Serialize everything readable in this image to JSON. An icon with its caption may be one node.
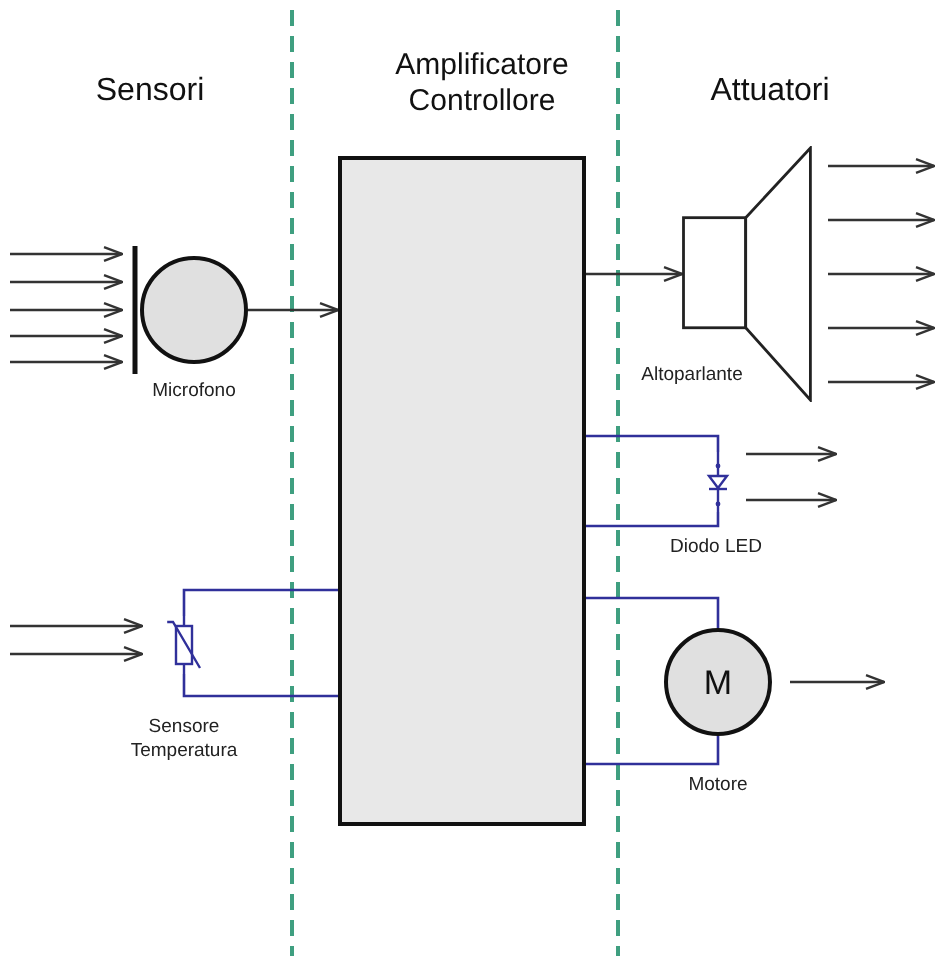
{
  "diagram": {
    "nodes": [
      {
        "text": [],
        "shape": "circle",
        "beside": [
          "Microfono"
        ]
      },
      {
        "text": [],
        "shape": "box"
      },
      {
        "text": [],
        "shape": "box",
        "beside": [
          "Altoparlante"
        ]
      },
      {
        "text": [],
        "shape": "picture",
        "beside": [
          "Diodo LED"
        ]
      },
      {
        "text": [],
        "shape": "picture",
        "beside": [
          "Sensore Temperatura"
        ]
      },
      {
        "text": [
          "M"
        ],
        "beside": [
          "Motore"
        ]
      }
    ],
    "edges": [
      {
        "from": 0,
        "to": 1,
        "arrow": "to"
      },
      {
        "from": 1,
        "to": 2,
        "arrow": "to"
      },
      {
        "from": 1,
        "to": 3,
        "arrow": "none",
        "color": "#30309a"
      },
      {
        "from": 1,
        "to": 3,
        "arrow": "none",
        "color": "#30309a"
      },
      {
        "from": 1,
        "to": 4,
        "arrow": "none",
        "color": "#30309a"
      },
      {
        "from": 1,
        "to": 4,
        "arrow": "none",
        "color": "#30309a"
      },
      {
        "from": 1,
        "to": 5,
        "arrow": "none",
        "color": "#30309a"
      },
      {
        "from": 1,
        "to": 5,
        "arrow": "none",
        "color": "#30309a"
      },
      {
        "from": null,
        "to": 0,
        "arrow": "to"
      },
      {
        "from": null,
        "to": 0,
        "arrow": "to"
      },
      {
        "from": null,
        "to": 0,
        "arrow": "to"
      },
      {
        "from": null,
        "to": 0,
        "arrow": "to"
      },
      {
        "from": null,
        "to": 0,
        "arrow": "to"
      },
      {
        "from": 2,
        "to": null,
        "arrow": "to"
      },
      {
        "from": 2,
        "to": null,
        "arrow": "to"
      },
      {
        "from": 2,
        "to": null,
        "arrow": "to"
      },
      {
        "from": 2,
        "to": null,
        "arrow": "to"
      },
      {
        "from": 2,
        "to": null,
        "arrow": "to"
      },
      {
        "from": 3,
        "to": null,
        "arrow": "to"
      },
      {
        "from": 3,
        "to": null,
        "arrow": "to"
      },
      {
        "from": null,
        "to": 4,
        "arrow": "to"
      },
      {
        "from": null,
        "to": 4,
        "arrow": "to"
      },
      {
        "from": 5,
        "to": null,
        "arrow": "to"
      }
    ],
    "labels": [
      "Sensori",
      "Amplificatore Controllore",
      "Attuatori"
    ]
  }
}
